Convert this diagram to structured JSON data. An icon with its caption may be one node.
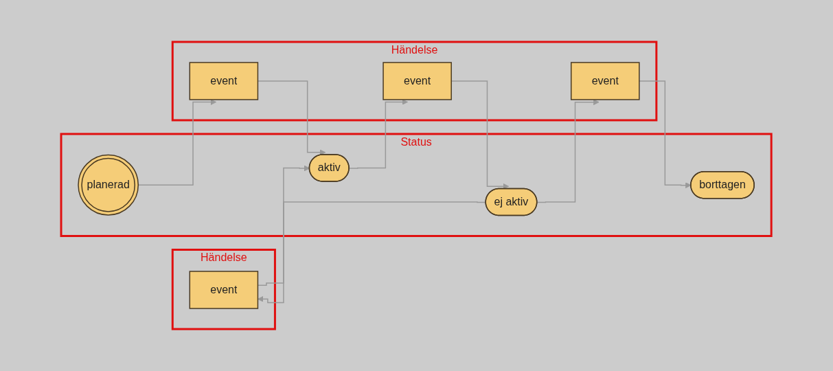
{
  "diagram": {
    "nodes": [
      {
        "text": [
          "Händelse"
        ]
      },
      {
        "text": [
          "event"
        ],
        "in": 0
      },
      {
        "text": [
          "Status"
        ]
      },
      {
        "text": [
          "planerad"
        ],
        "in": 2
      },
      {
        "text": [
          "aktiv"
        ],
        "in": 2
      },
      {
        "text": [
          "ej aktiv"
        ],
        "in": 2
      },
      {
        "text": [
          "borttagen"
        ],
        "in": 2
      },
      {
        "text": [
          "Händelse"
        ]
      },
      {
        "text": [
          "event"
        ],
        "in": 7
      },
      {
        "text": [
          "event"
        ],
        "in": 7
      },
      {
        "text": [
          "event"
        ],
        "in": 7
      }
    ],
    "edges": [
      {
        "from": 3,
        "to": 8,
        "arrow": "to"
      },
      {
        "from": 8,
        "to": 4,
        "arrow": "to"
      },
      {
        "from": 1,
        "to": 4,
        "arrow": "to"
      },
      {
        "from": 4,
        "to": 9,
        "arrow": "to"
      },
      {
        "from": 9,
        "to": 5,
        "arrow": "to"
      },
      {
        "from": 5,
        "to": 1,
        "arrow": "to"
      },
      {
        "from": 5,
        "to": 10,
        "arrow": "to"
      },
      {
        "from": 10,
        "to": 6,
        "arrow": "to"
      }
    ]
  }
}
